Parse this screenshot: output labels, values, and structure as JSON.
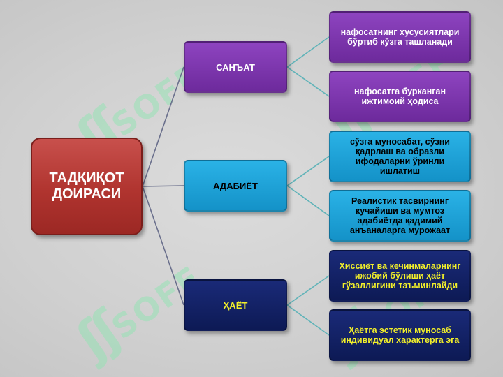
{
  "watermark": {
    "mark": "ʃʃ",
    "text": "SOFF"
  },
  "root": {
    "label": "ТАДҚИҚОТ ДОИРАСИ"
  },
  "categories": [
    {
      "label": "САНЪАТ",
      "items": [
        "нафосатнинг хусусиятлари бўртиб кўзга ташланади",
        "нафосатга бурканган ижтимоий ҳодиса"
      ]
    },
    {
      "label": "АДАБИЁТ",
      "items": [
        "сўзга муносабат, сўзни қадрлаш ва образли ифодаларни ўринли ишлатиш",
        "Реалистик тасвирнинг кучайиши ва мумтоз адабиётда қадимий анъаналарга мурожаат"
      ]
    },
    {
      "label": "ҲАЁТ",
      "items": [
        "Хиссиёт ва кечинмаларнинг ижобий бўлиши ҳаёт гўзаллигини таъминлайди",
        "Ҳаётга эстетик муносаб индивидуал характерга эга"
      ]
    }
  ]
}
